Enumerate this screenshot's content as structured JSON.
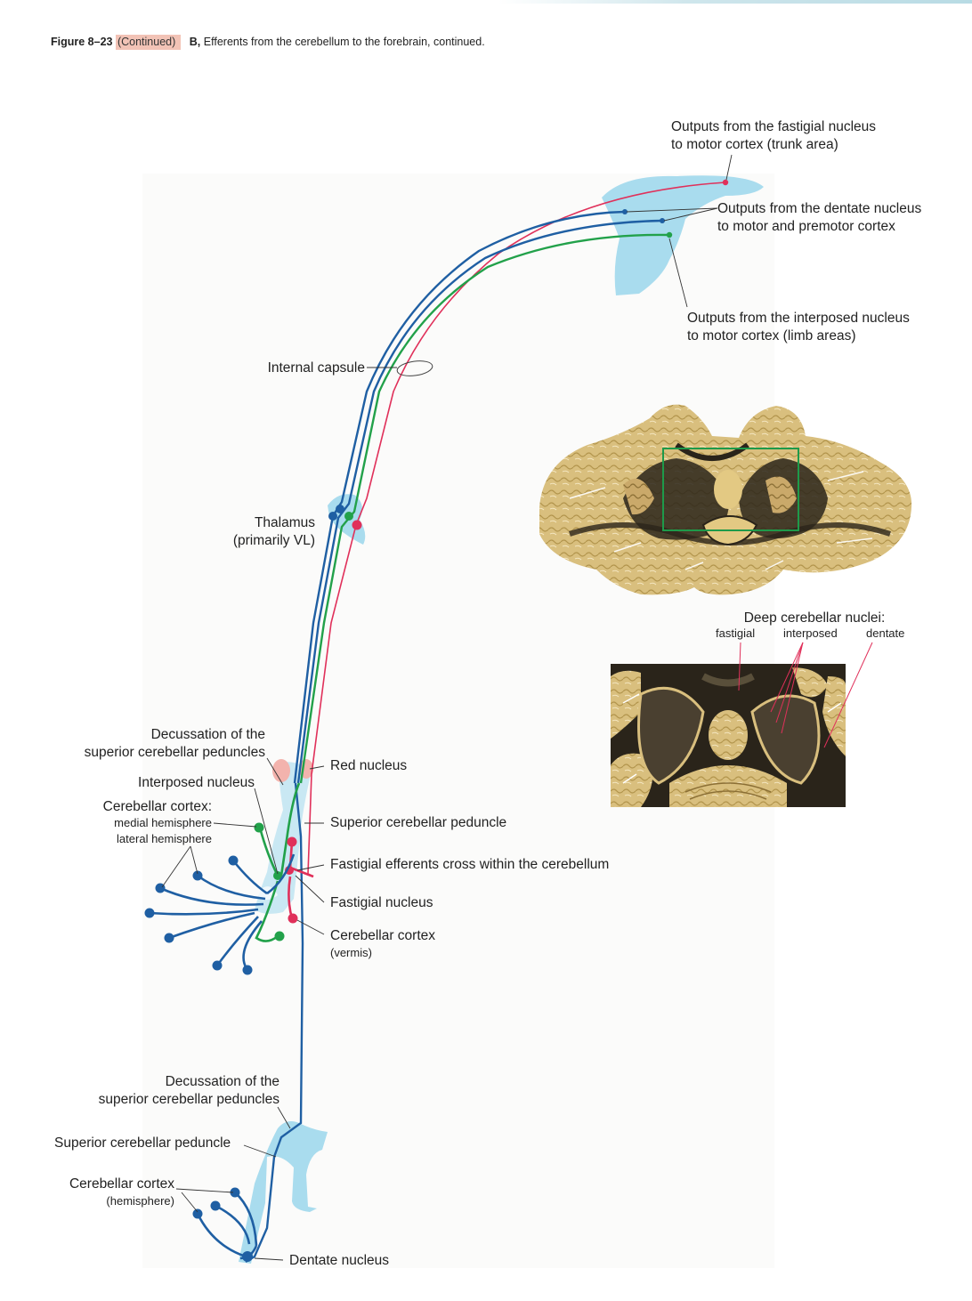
{
  "caption": {
    "figure": "Figure 8–23",
    "continued": "(Continued)",
    "part": "B,",
    "text": "Efferents from the cerebellum to the forebrain, continued."
  },
  "labels": {
    "fastigial_out_1": "Outputs from the fastigial nucleus",
    "fastigial_out_2": "to motor cortex (trunk area)",
    "dentate_out_1": "Outputs from the dentate nucleus",
    "dentate_out_2": "to motor and premotor cortex",
    "interposed_out_1": "Outputs from the interposed nucleus",
    "interposed_out_2": "to motor cortex (limb areas)",
    "internal_capsule": "Internal capsule",
    "thalamus_1": "Thalamus",
    "thalamus_2": "(primarily VL)",
    "decussation_upper_1": "Decussation of the",
    "decussation_upper_2": "superior cerebellar peduncles",
    "red_nucleus": "Red nucleus",
    "interposed_nucleus": "Interposed nucleus",
    "cerebellar_cortex": "Cerebellar cortex:",
    "medial_hemisphere": "medial hemisphere",
    "lateral_hemisphere": "lateral hemisphere",
    "superior_peduncle_upper": "Superior cerebellar peduncle",
    "fastigial_cross": "Fastigial efferents cross within the cerebellum",
    "fastigial_nucleus": "Fastigial nucleus",
    "cortex_vermis_1": "Cerebellar cortex",
    "cortex_vermis_2": "(vermis)",
    "deep_nuclei": "Deep cerebellar nuclei:",
    "deep_fastigial": "fastigial",
    "deep_interposed": "interposed",
    "deep_dentate": "dentate",
    "decussation_lower_1": "Decussation of the",
    "decussation_lower_2": "superior cerebellar peduncles",
    "superior_peduncle_lower": "Superior cerebellar peduncle",
    "cortex_hemisphere_1": "Cerebellar cortex",
    "cortex_hemisphere_2": "(hemisphere)",
    "dentate_nucleus": "Dentate nucleus"
  },
  "colors": {
    "dentate_pathway": "#1f5fa3",
    "interposed_pathway": "#22a14a",
    "fastigial_pathway": "#e0305a",
    "tissue_light_blue": "#a9dcee",
    "red_nucleus_pink": "#f3b3ad",
    "cerebellum_tan": "#d9bf7e",
    "white_matter_dark": "#2a241a",
    "inset_box_green": "#1e9a4a"
  }
}
